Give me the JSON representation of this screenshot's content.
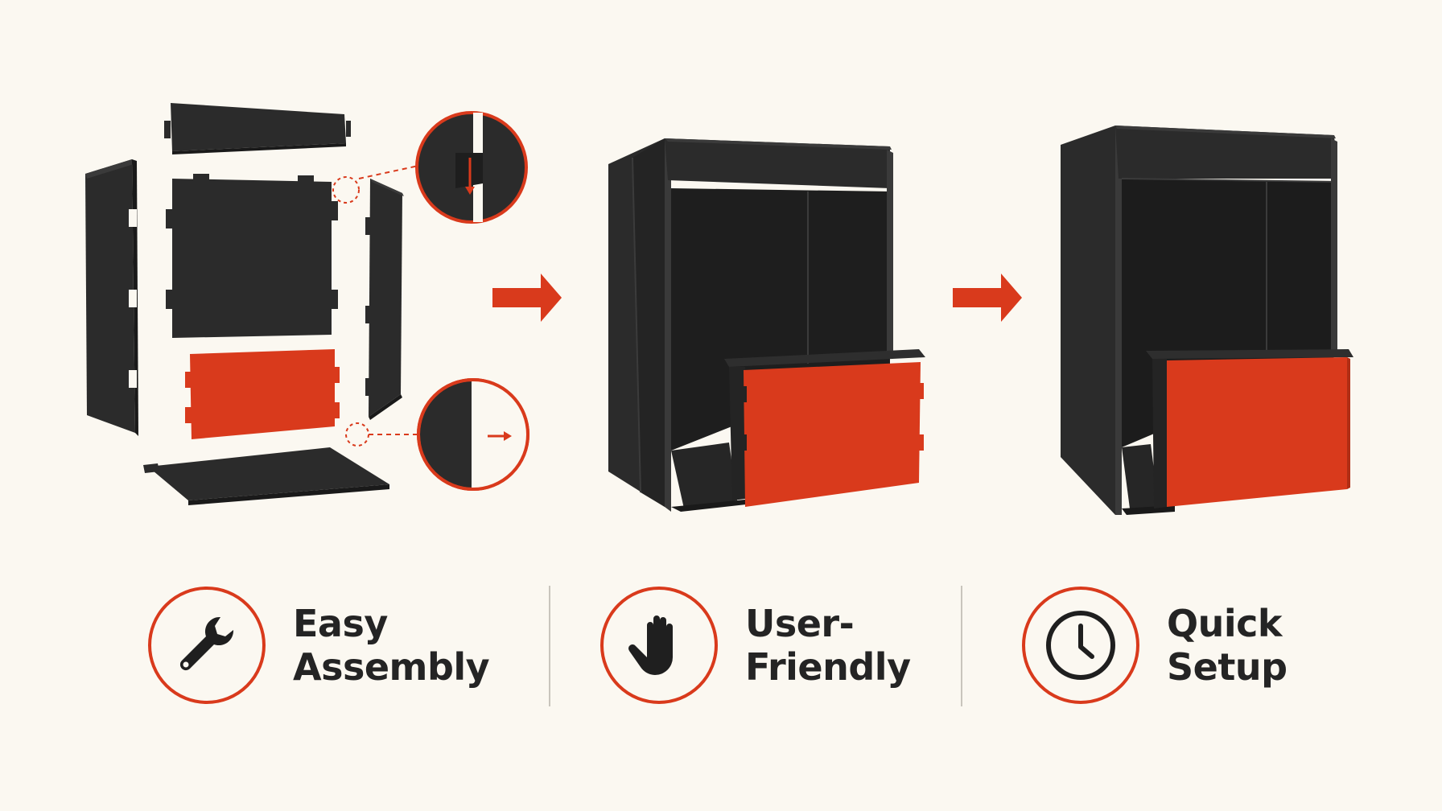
{
  "colors": {
    "background": "#fbf8f1",
    "panel": "#2b2b2b",
    "panel_dark": "#1e1e1e",
    "panel_edge": "#3b3b3b",
    "accent": "#d93a1c",
    "text": "#242424",
    "divider": "#c9c5bd"
  },
  "steps": [
    {
      "name": "flat-pack-parts",
      "state": "exploded"
    },
    {
      "name": "partial-assembly",
      "state": "interlocking"
    },
    {
      "name": "assembled-booth",
      "state": "complete"
    }
  ],
  "features": [
    {
      "icon": "wrench-icon",
      "line1": "Easy",
      "line2": "Assembly"
    },
    {
      "icon": "hand-icon",
      "line1": "User-",
      "line2": "Friendly"
    },
    {
      "icon": "clock-icon",
      "line1": "Quick",
      "line2": "Setup"
    }
  ]
}
